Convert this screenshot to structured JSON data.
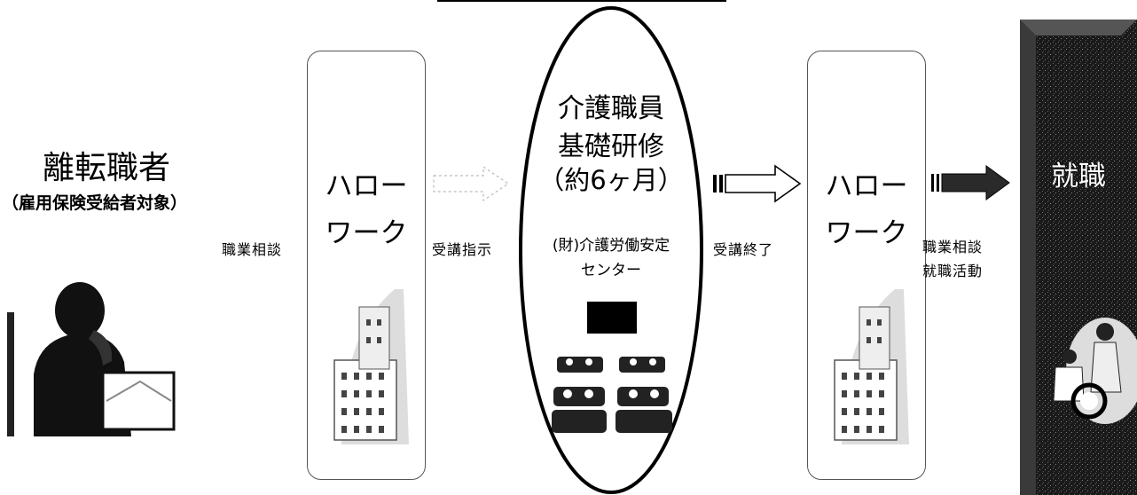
{
  "left": {
    "title": "離転職者",
    "subtitle": "（雇用保険受給者対象）"
  },
  "labels": {
    "consult": "職業相談",
    "instruct": "受講指示",
    "finish": "受講終了",
    "job_consult": "職業相談",
    "job_activity": "就職活動"
  },
  "hello_work_1": {
    "line1": "ハロー",
    "line2": "ワーク"
  },
  "hello_work_2": {
    "line1": "ハロー",
    "line2": "ワーク"
  },
  "center": {
    "title_line1": "介護職員",
    "title_line2": "基礎研修",
    "title_line3": "（約6ヶ月）",
    "org_line1": "(財)介護労働安定",
    "org_line2": "センター"
  },
  "employment": {
    "label": "就職"
  },
  "icons": [
    "person-phone-icon",
    "building-icon",
    "classroom-icon",
    "arrow-right-icon",
    "care-worker-icon"
  ],
  "colors": {
    "panel_dark": "#1a1a1a",
    "line": "#000000",
    "box_border": "#555555"
  }
}
